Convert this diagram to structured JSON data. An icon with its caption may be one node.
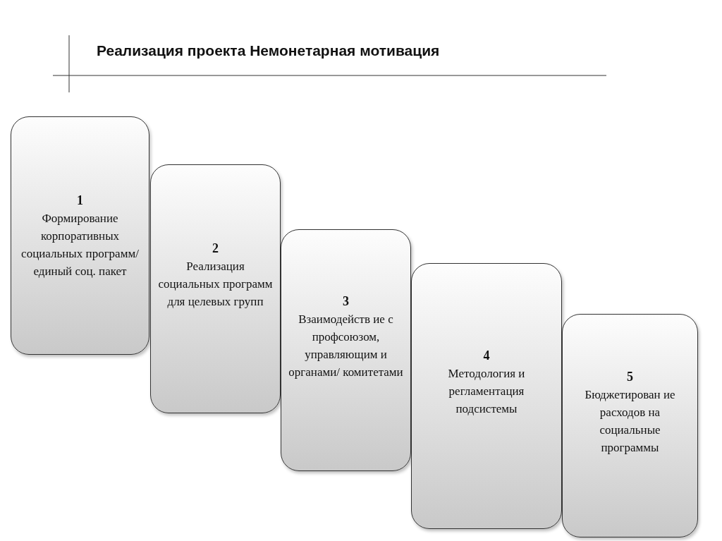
{
  "diagram": {
    "title": "Реализация проекта Немонетарная мотивация",
    "nodes": [
      {
        "text": [
          "1",
          "Формирование корпоративных социальных программ/ единый соц. пакет"
        ]
      },
      {
        "text": [
          "2",
          "Реализация социальных программ для целевых групп"
        ]
      },
      {
        "text": [
          "3",
          "Взаимодейств ие с профсоюзом, управляющим и органами/ комитетами"
        ]
      },
      {
        "text": [
          "4",
          "Методология и регламентация подсистемы"
        ]
      },
      {
        "text": [
          "5",
          "Бюджетирован ие расходов на социальные программы"
        ]
      }
    ]
  }
}
